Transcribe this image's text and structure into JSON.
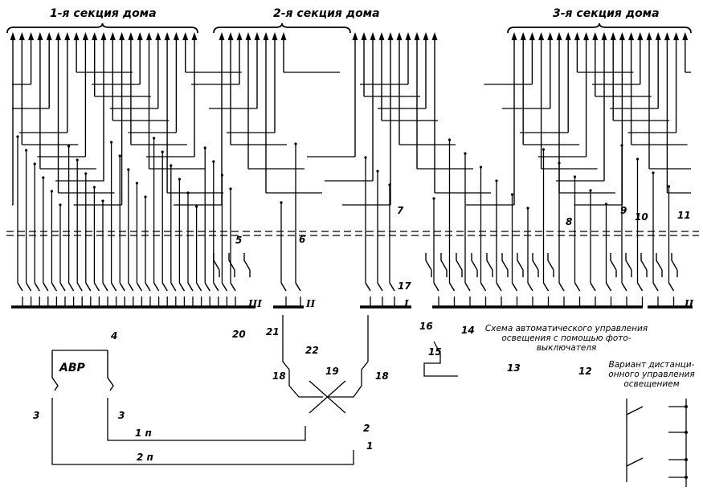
{
  "sections": {
    "s1": "1-я секция дома",
    "s2": "2-я секция дома",
    "s3": "3-я секция дома"
  },
  "labels": {
    "n1": "1",
    "n2": "2",
    "n3a": "3",
    "n3b": "3",
    "n4": "4",
    "n5": "5",
    "n6": "6",
    "n7": "7",
    "n8": "8",
    "n9": "9",
    "n10": "10",
    "n11": "11",
    "n12": "12",
    "n13": "13",
    "n14": "14",
    "n15": "15",
    "n16": "16",
    "n17": "17",
    "n18a": "18",
    "n18b": "18",
    "n19": "19",
    "n20": "20",
    "n21": "21",
    "n22": "22",
    "avr": "АВР",
    "line1p": "1 п",
    "line2p": "2 п",
    "bus3": "III",
    "bus2a": "II",
    "bus1": "I",
    "bus2b": "II"
  },
  "notes": {
    "auto": [
      "Схема автоматического управления",
      "освещения с помощью фото-",
      "выключателя"
    ],
    "remote": [
      "Вариант дистанци-",
      "онного управления",
      "освещением"
    ]
  },
  "colors": {
    "ink": "#000000",
    "paper": "#ffffff"
  }
}
